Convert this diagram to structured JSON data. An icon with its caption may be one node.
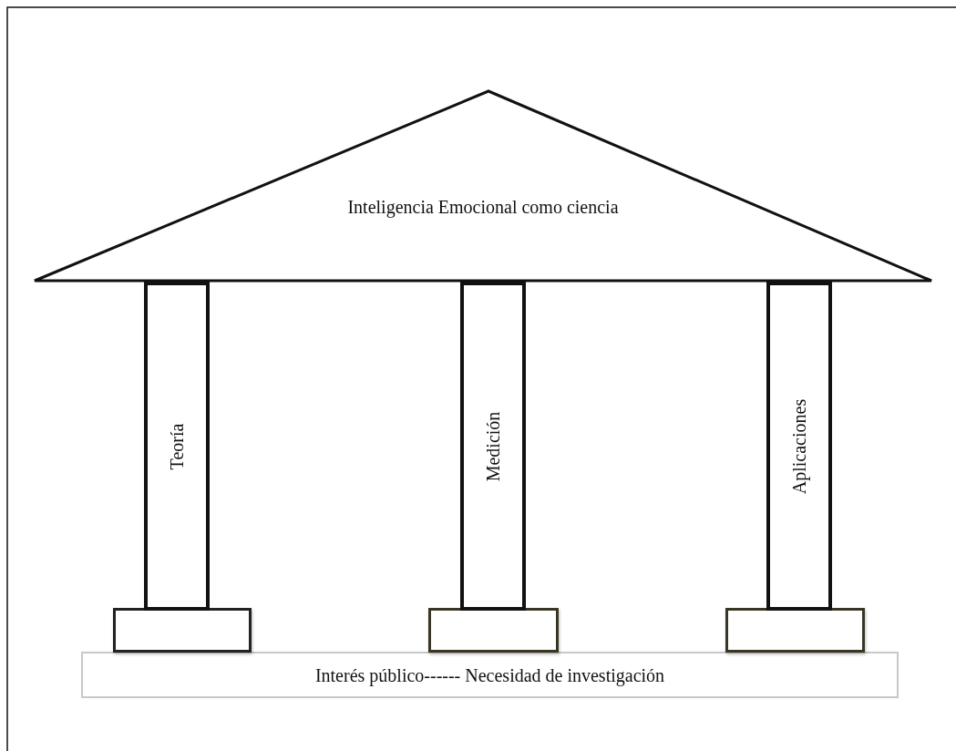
{
  "diagram": {
    "nodes": [
      {
        "text": [
          "Inteligencia Emocional como ciencia"
        ]
      },
      {
        "text": [
          "Teoría"
        ]
      },
      {
        "text": [
          "Medición"
        ]
      },
      {
        "text": [
          "Aplicaciones"
        ]
      },
      {
        "text": [],
        "shape": "box"
      },
      {
        "text": [],
        "shape": "box"
      },
      {
        "text": [],
        "shape": "box"
      },
      {
        "text": [
          "Interés público------ Necesidad de investigación"
        ]
      }
    ]
  }
}
